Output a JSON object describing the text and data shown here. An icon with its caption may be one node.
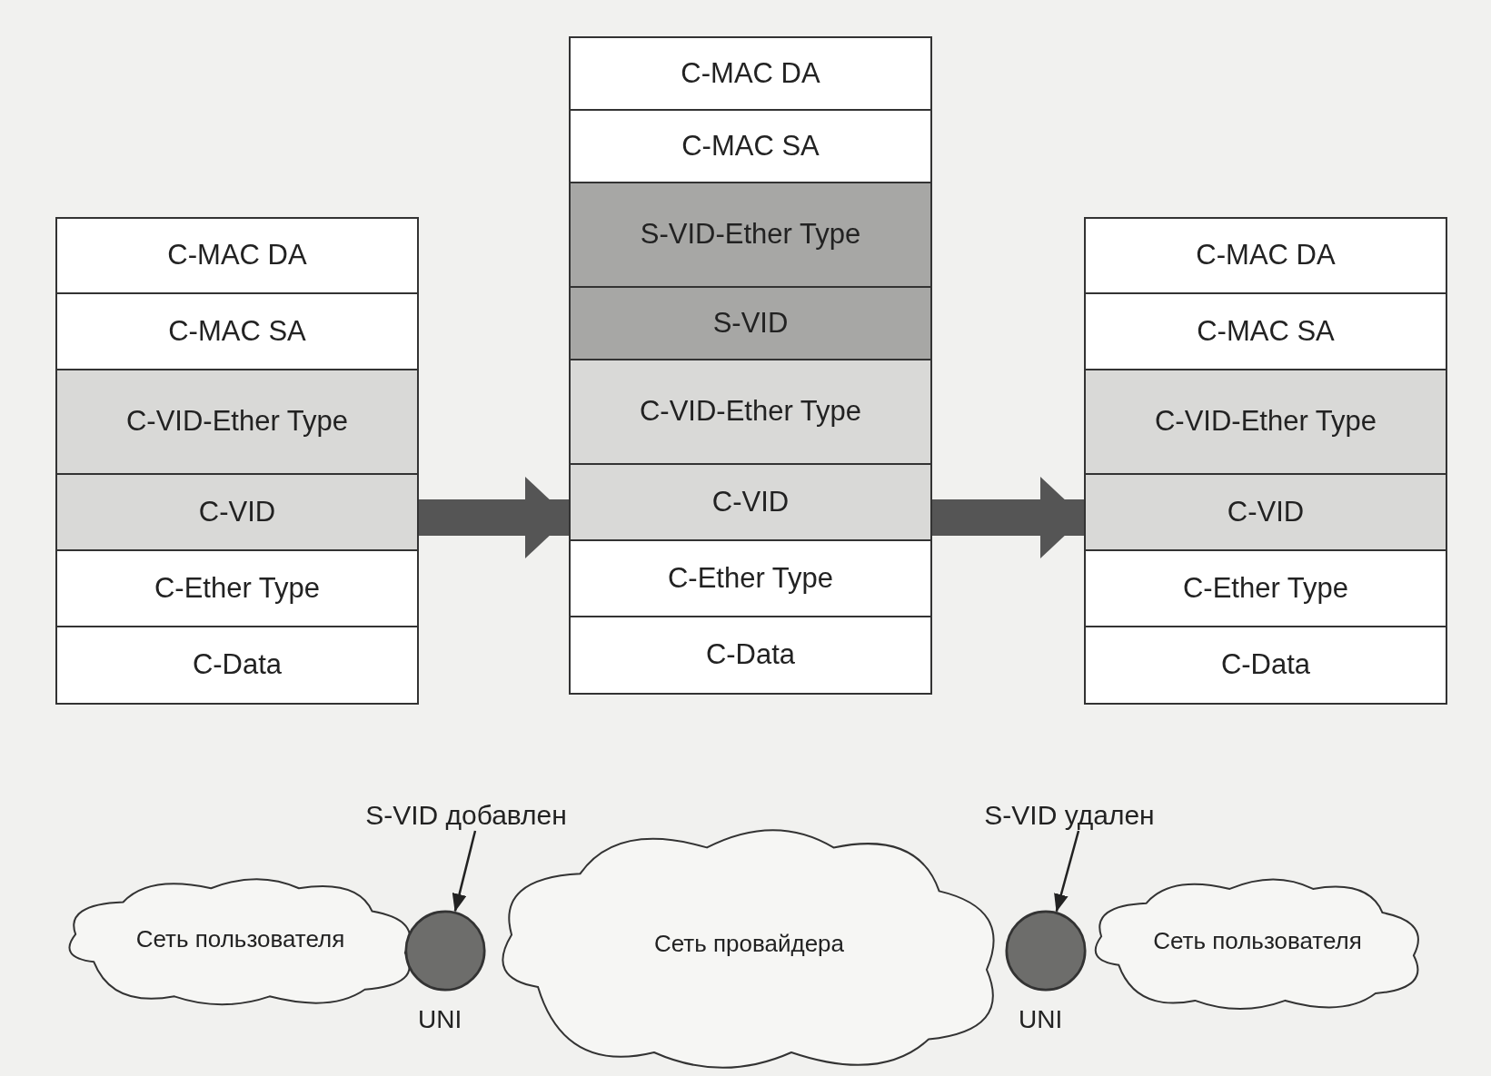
{
  "diagram": {
    "nodes": [
      {
        "text": [],
        "shape": "box"
      },
      {
        "text": [
          "C-MAC DA"
        ],
        "in": 0
      },
      {
        "text": [
          "C-MAC SA"
        ],
        "in": 0
      },
      {
        "text": [
          "C-VID-Ether Type"
        ],
        "in": 0
      },
      {
        "text": [
          "C-VID"
        ],
        "in": 0
      },
      {
        "text": [
          "C-Ether Type"
        ],
        "in": 0
      },
      {
        "text": [
          "C-Data"
        ],
        "in": 0
      },
      {
        "text": [],
        "shape": "box"
      },
      {
        "text": [
          "C-MAC DA"
        ],
        "in": 7
      },
      {
        "text": [
          "C-MAC SA"
        ],
        "in": 7
      },
      {
        "text": [
          "S-VID-Ether Type"
        ],
        "in": 7
      },
      {
        "text": [
          "S-VID"
        ],
        "in": 7
      },
      {
        "text": [
          "C-VID-Ether Type"
        ],
        "in": 7
      },
      {
        "text": [
          "C-VID"
        ],
        "in": 7
      },
      {
        "text": [
          "C-Ether Type"
        ],
        "in": 7
      },
      {
        "text": [
          "C-Data"
        ],
        "in": 7
      },
      {
        "text": [],
        "shape": "box"
      },
      {
        "text": [
          "C-MAC DA"
        ],
        "in": 16
      },
      {
        "text": [
          "C-MAC SA"
        ],
        "in": 16
      },
      {
        "text": [
          "C-VID-Ether Type"
        ],
        "in": 16
      },
      {
        "text": [
          "C-VID"
        ],
        "in": 16
      },
      {
        "text": [
          "C-Ether Type"
        ],
        "in": 16
      },
      {
        "text": [
          "C-Data"
        ],
        "in": 16
      },
      {
        "text": [
          "S-VID добавлен"
        ]
      },
      {
        "text": [
          "S-VID удален"
        ]
      },
      {
        "text": [
          "Сеть пользователя"
        ]
      },
      {
        "text": [],
        "shape": "circle",
        "beside": [
          "UNI"
        ]
      },
      {
        "text": [
          "Сеть провайдера"
        ]
      },
      {
        "text": [],
        "shape": "circle",
        "beside": [
          "UNI"
        ]
      },
      {
        "text": [
          "Сеть пользователя"
        ]
      }
    ],
    "edges": [
      {
        "from": 0,
        "to": 7,
        "arrow": "to",
        "style": "thick"
      },
      {
        "from": 7,
        "to": 16,
        "arrow": "to",
        "style": "thick"
      },
      {
        "from": 23,
        "to": 26,
        "arrow": "to"
      },
      {
        "from": 24,
        "to": 28,
        "arrow": "to"
      }
    ]
  }
}
